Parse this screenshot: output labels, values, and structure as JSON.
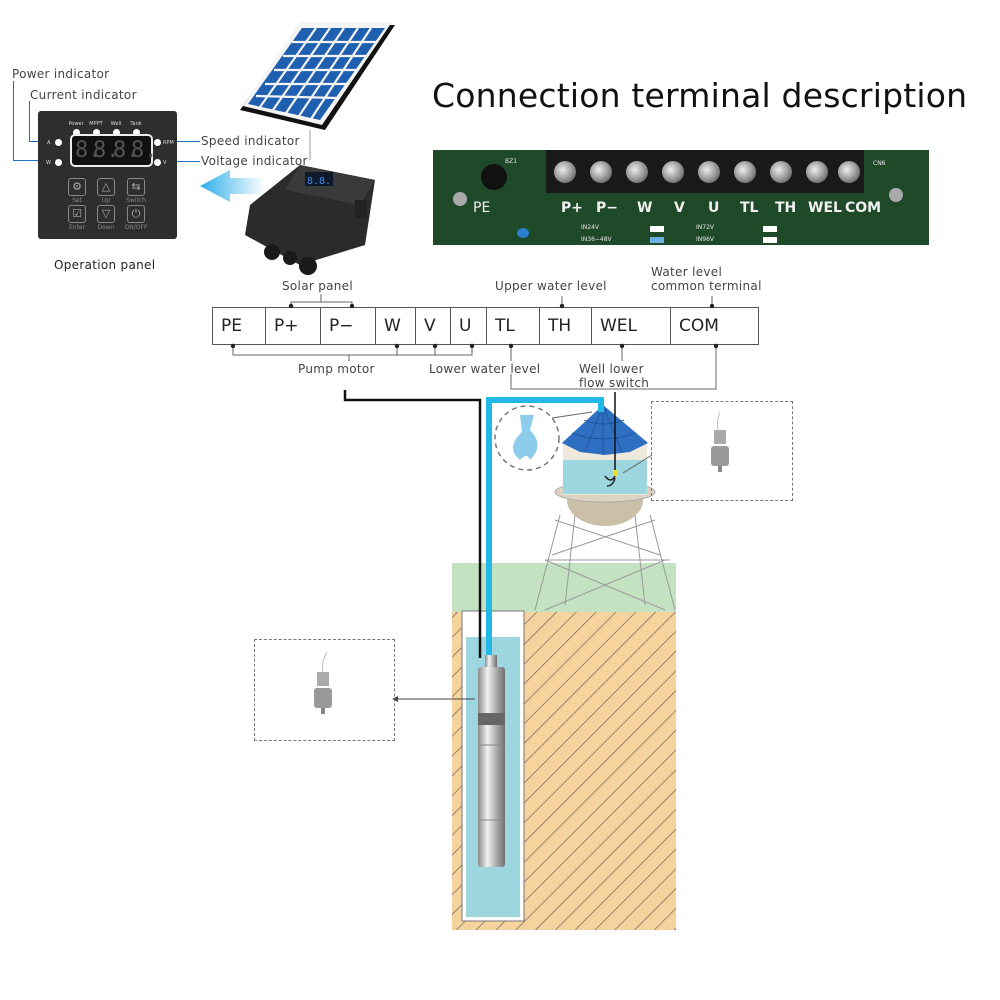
{
  "title": "Connection terminal description",
  "operation_panel": {
    "caption": "Operation panel",
    "leds_top": [
      "Power",
      "MPPT",
      "Well",
      "Tank"
    ],
    "display_digits": [
      "8.",
      "8.",
      "8.",
      "8."
    ],
    "side_left": [
      "A",
      "W"
    ],
    "side_right": [
      "RPM",
      "V"
    ],
    "buttons": [
      {
        "label": "Set",
        "icon": "gear-icon",
        "glyph": "⚙"
      },
      {
        "label": "Up",
        "icon": "triangle-up-icon",
        "glyph": "△"
      },
      {
        "label": "Switch",
        "icon": "switch-arrows-icon",
        "glyph": "⇆"
      },
      {
        "label": "Enter",
        "icon": "checkbox-icon",
        "glyph": "☑"
      },
      {
        "label": "Down",
        "icon": "triangle-down-icon",
        "glyph": "▽"
      },
      {
        "label": "ON/OFF",
        "icon": "power-icon",
        "glyph": "⏻"
      }
    ],
    "callouts": {
      "power": "Power indicator",
      "current": "Current indicator",
      "speed": "Speed indicator",
      "voltage": "Voltage indicator"
    }
  },
  "pcb": {
    "silkscreen": {
      "bz": "BZ1",
      "cn": "CN6"
    },
    "terminals": [
      "PE",
      "P+",
      "P−",
      "W",
      "V",
      "U",
      "TL",
      "TH",
      "WEL",
      "COM"
    ],
    "voltage_labels": [
      "IN24V",
      "IN36−48V",
      "IN72V",
      "IN96V"
    ]
  },
  "terminal_diagram": {
    "terminals": [
      "PE",
      "P+",
      "P−",
      "W",
      "V",
      "U",
      "TL",
      "TH",
      "WEL",
      "COM"
    ],
    "labels": {
      "solar_panel": "Solar panel",
      "upper_water_level": "Upper water level",
      "water_level_common_1": "Water level",
      "water_level_common_2": "common terminal",
      "pump_motor": "Pump motor",
      "lower_water_level": "Lower water level",
      "well_lower_1": "Well lower",
      "well_lower_2": "flow switch"
    }
  },
  "colors": {
    "pipe": "#22b8e8",
    "water": "#9dd6de",
    "grass": "#c3e2c2",
    "soil": "#f6d29c",
    "tank_roof": "#2e6fc2",
    "panel_bg": "#2e2e2e",
    "callout_line": "#1a73c8"
  }
}
